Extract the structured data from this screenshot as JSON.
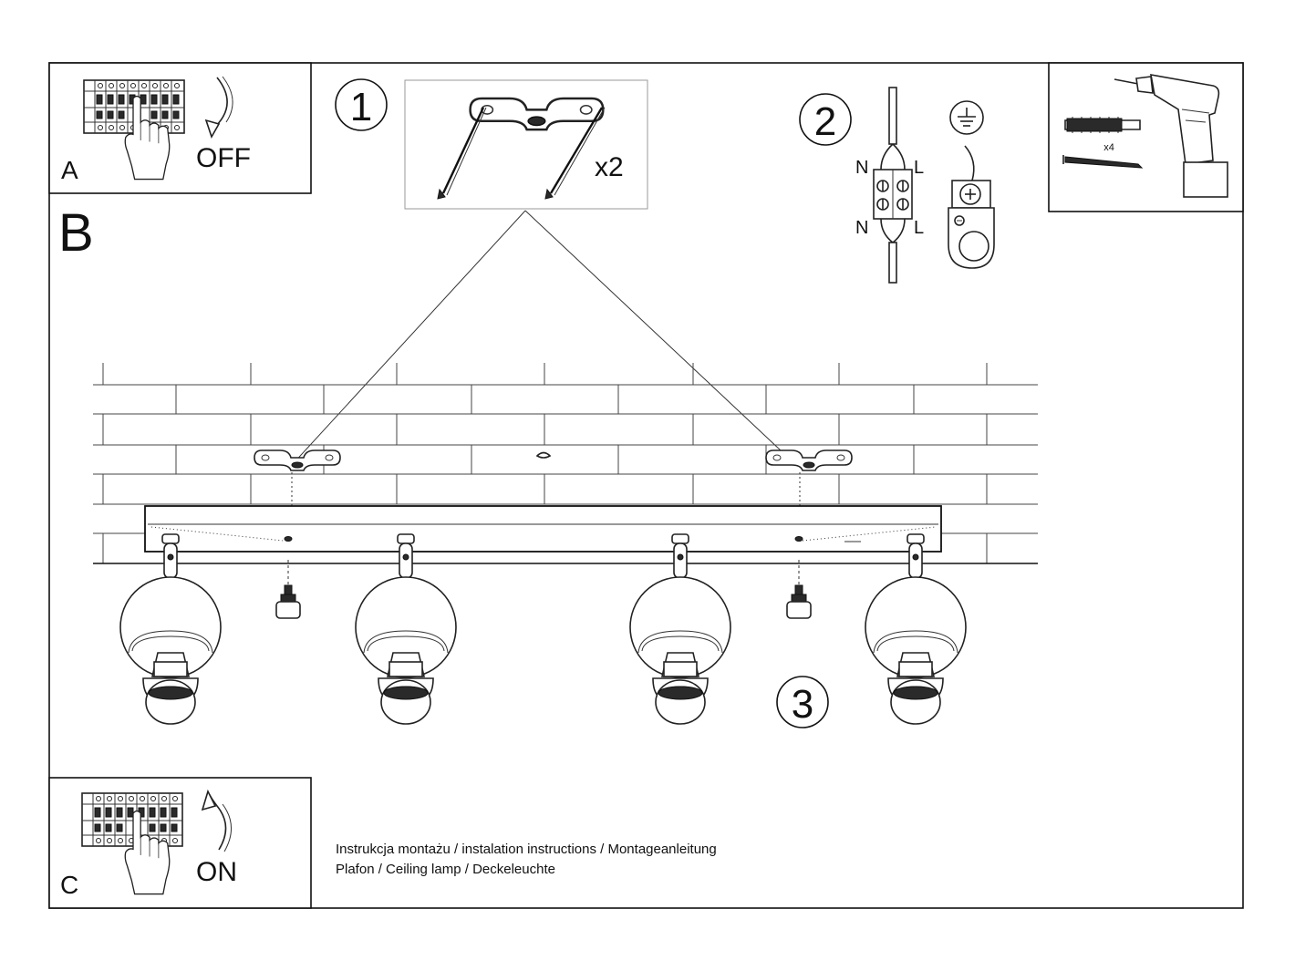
{
  "panels": {
    "a": {
      "letter": "A",
      "action": "OFF"
    },
    "b": {
      "letter": "B"
    },
    "c": {
      "letter": "C",
      "action": "ON"
    }
  },
  "steps": {
    "one": {
      "number": "1",
      "quantity": "x2"
    },
    "two": {
      "number": "2",
      "labels": {
        "n_top": "N",
        "l_top": "L",
        "n_bottom": "N",
        "l_bottom": "L"
      }
    },
    "three": {
      "number": "3"
    }
  },
  "tools": {
    "anchor_quantity": "x4"
  },
  "footer": {
    "line1": "Instrukcja montażu / instalation instructions / Montageanleitung",
    "line2": "Plafon / Ceiling lamp / Deckeleuchte"
  },
  "icons": [
    "breaker-panel-icon",
    "hand-icon",
    "arrow-down-icon",
    "arrow-up-icon",
    "mounting-bracket-icon",
    "terminal-block-icon",
    "ground-icon",
    "drill-icon",
    "wall-anchor-icon",
    "screw-icon",
    "spotlight-icon"
  ]
}
